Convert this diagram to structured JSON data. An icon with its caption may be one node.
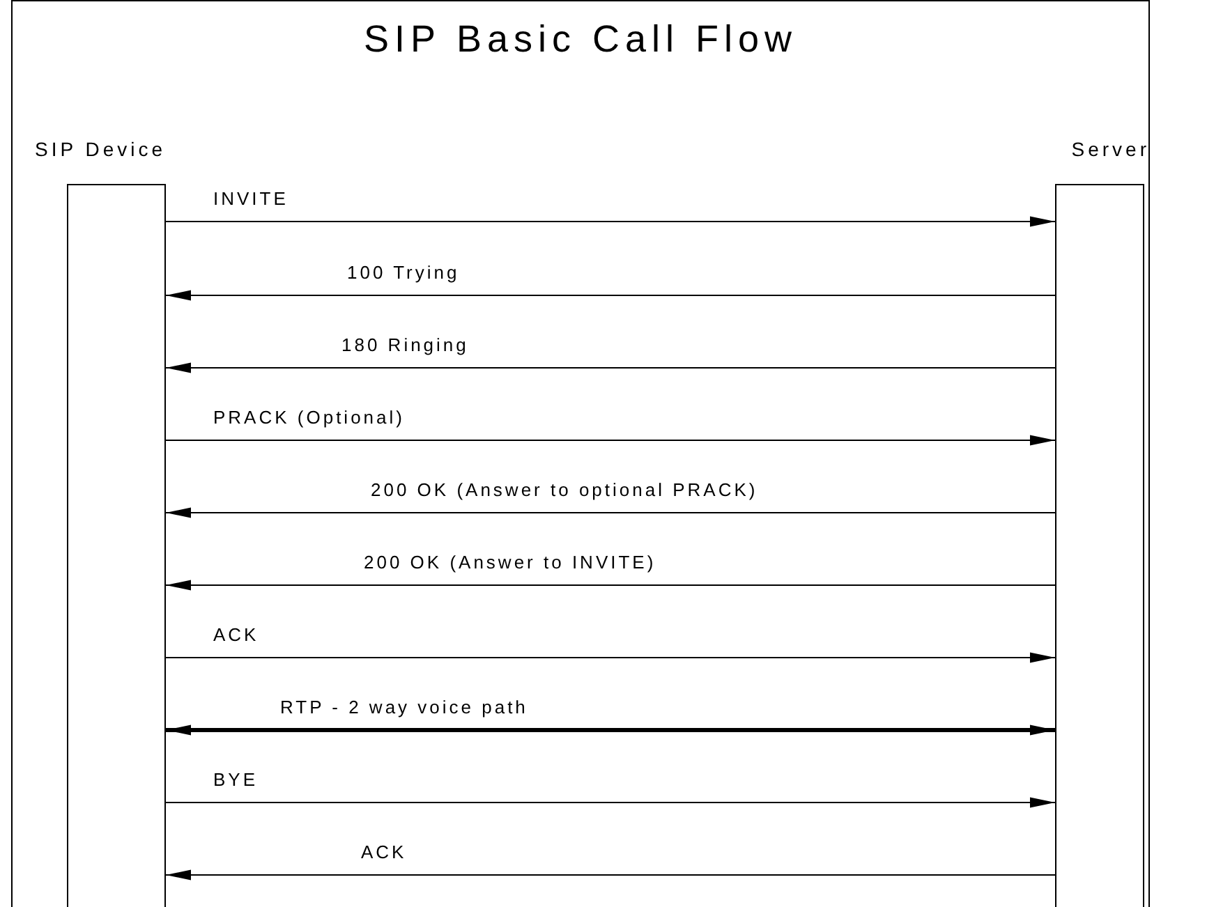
{
  "diagram": {
    "title": "SIP Basic Call Flow",
    "nodes": [
      {
        "text": [
          "SIP Device"
        ]
      },
      {
        "text": [
          "Server"
        ]
      }
    ],
    "edges": [
      {
        "from": 0,
        "to": 1,
        "arrow": "to",
        "label": "INVITE"
      },
      {
        "from": 1,
        "to": 0,
        "arrow": "to",
        "label": "100 Trying"
      },
      {
        "from": 1,
        "to": 0,
        "arrow": "to",
        "label": "180 Ringing"
      },
      {
        "from": 0,
        "to": 1,
        "arrow": "to",
        "label": "PRACK (Optional)"
      },
      {
        "from": 1,
        "to": 0,
        "arrow": "to",
        "label": "200 OK (Answer to optional PRACK)"
      },
      {
        "from": 1,
        "to": 0,
        "arrow": "to",
        "label": "200 OK (Answer to INVITE)"
      },
      {
        "from": 0,
        "to": 1,
        "arrow": "to",
        "label": "ACK"
      },
      {
        "from": 0,
        "to": 1,
        "arrow": "both",
        "label": "RTP - 2 way voice path",
        "style": "thick"
      },
      {
        "from": 0,
        "to": 1,
        "arrow": "to",
        "label": "BYE"
      },
      {
        "from": 1,
        "to": 0,
        "arrow": "to",
        "label": "ACK"
      }
    ]
  }
}
